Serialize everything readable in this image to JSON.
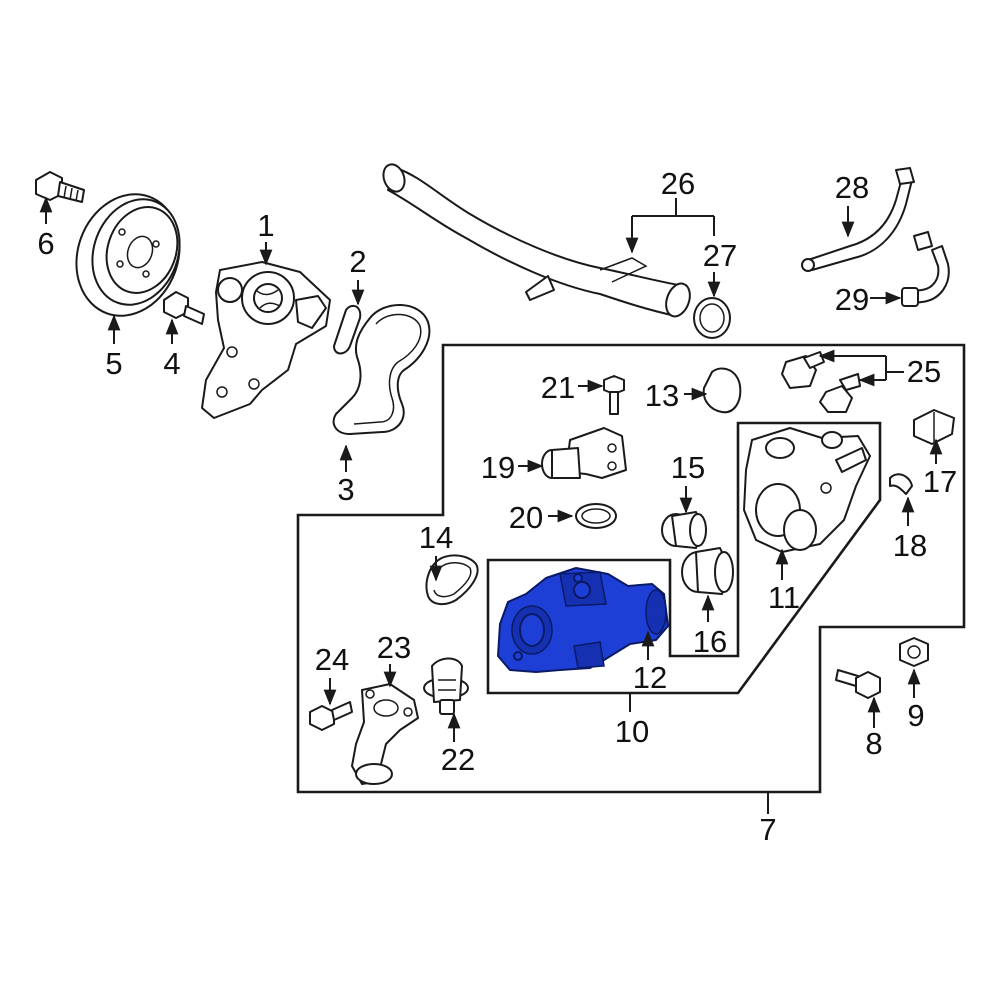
{
  "diagram": {
    "highlight_color": "#1e3fd6",
    "highlighted_part": "12",
    "callouts": [
      {
        "id": "1",
        "label": "1"
      },
      {
        "id": "2",
        "label": "2"
      },
      {
        "id": "3",
        "label": "3"
      },
      {
        "id": "4",
        "label": "4"
      },
      {
        "id": "5",
        "label": "5"
      },
      {
        "id": "6",
        "label": "6"
      },
      {
        "id": "7",
        "label": "7"
      },
      {
        "id": "8",
        "label": "8"
      },
      {
        "id": "9",
        "label": "9"
      },
      {
        "id": "10",
        "label": "10"
      },
      {
        "id": "11",
        "label": "11"
      },
      {
        "id": "12",
        "label": "12"
      },
      {
        "id": "13",
        "label": "13"
      },
      {
        "id": "14",
        "label": "14"
      },
      {
        "id": "15",
        "label": "15"
      },
      {
        "id": "16",
        "label": "16"
      },
      {
        "id": "17",
        "label": "17"
      },
      {
        "id": "18",
        "label": "18"
      },
      {
        "id": "19",
        "label": "19"
      },
      {
        "id": "20",
        "label": "20"
      },
      {
        "id": "21",
        "label": "21"
      },
      {
        "id": "22",
        "label": "22"
      },
      {
        "id": "23",
        "label": "23"
      },
      {
        "id": "24",
        "label": "24"
      },
      {
        "id": "25",
        "label": "25"
      },
      {
        "id": "26",
        "label": "26"
      },
      {
        "id": "27",
        "label": "27"
      },
      {
        "id": "28",
        "label": "28"
      },
      {
        "id": "29",
        "label": "29"
      }
    ]
  }
}
